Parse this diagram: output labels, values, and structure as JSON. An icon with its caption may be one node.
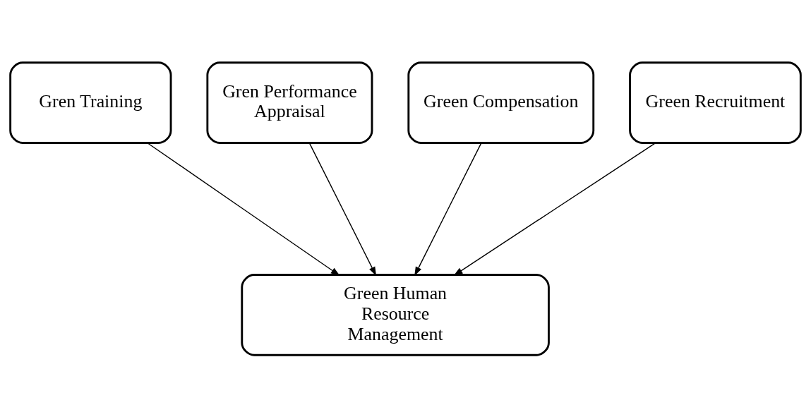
{
  "diagram": {
    "nodes": [
      {
        "text": [
          "Gren Training"
        ]
      },
      {
        "text": [
          "Gren Performance Appraisal"
        ]
      },
      {
        "text": [
          "Green Compensation"
        ]
      },
      {
        "text": [
          "Green Recruitment"
        ]
      },
      {
        "text": [
          "Green Human Resource Management"
        ]
      }
    ],
    "edges": [
      {
        "from": 0,
        "to": 4,
        "arrow": "to"
      },
      {
        "from": 1,
        "to": 4,
        "arrow": "to"
      },
      {
        "from": 2,
        "to": 4,
        "arrow": "to"
      },
      {
        "from": 3,
        "to": 4,
        "arrow": "to"
      }
    ]
  }
}
